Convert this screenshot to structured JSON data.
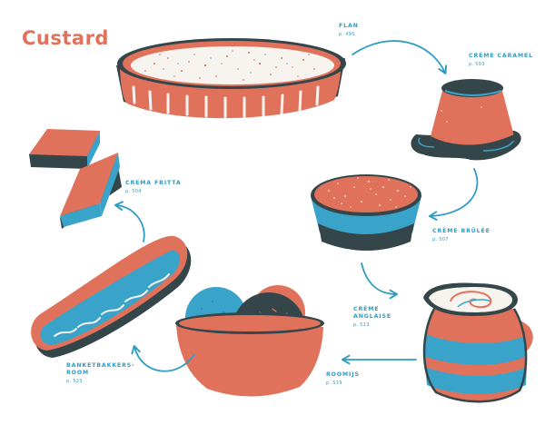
{
  "title": "Custard",
  "colors": {
    "salmon": "#e0725c",
    "blue": "#3aa3c9",
    "dark": "#34464a",
    "cream": "#f7f3ee",
    "label": "#2f9cc2"
  },
  "items": [
    {
      "id": "flan",
      "name": "FLAN",
      "page": "p. 495"
    },
    {
      "id": "creme-caramel",
      "name": "CRÈME CARAMEL",
      "page": "p. 503"
    },
    {
      "id": "creme-brulee",
      "name": "CRÈME BRÛLÉE",
      "page": "p. 507"
    },
    {
      "id": "creme-anglaise",
      "name": "CRÈME ANGLAISE",
      "page": "p. 513"
    },
    {
      "id": "roomijs",
      "name": "ROOMIJS",
      "page": "p. 519"
    },
    {
      "id": "banketbakkersroom",
      "name": "BANKETBAKKERS-ROOM",
      "page": "p. 523"
    },
    {
      "id": "crema-fritta",
      "name": "CREMA FRITTA",
      "page": "p. 504"
    }
  ]
}
